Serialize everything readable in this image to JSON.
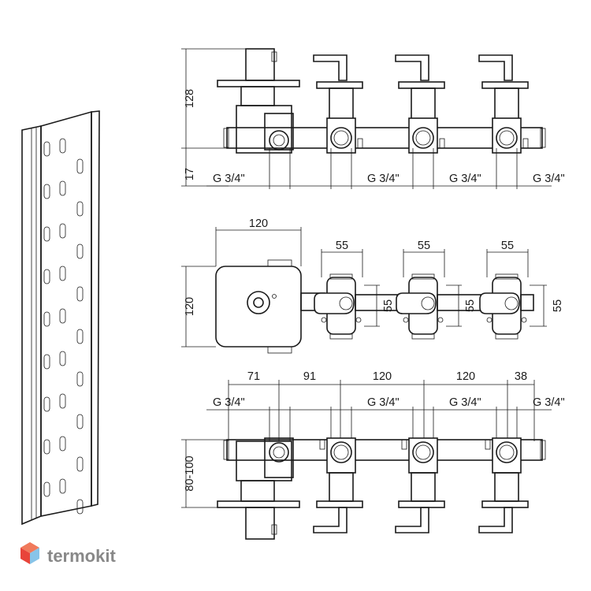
{
  "labels": {
    "top_height": "128",
    "top_offset": "17",
    "top_thread_1": "G 3/4\"",
    "top_thread_2": "G 3/4\"",
    "top_thread_3": "G 3/4\"",
    "top_thread_4": "G 3/4\"",
    "mid_width": "120",
    "mid_height": "120",
    "mid_spacing_1": "55",
    "mid_spacing_2": "55",
    "mid_spacing_3": "55",
    "mid_side_1": "55",
    "mid_side_2": "55",
    "mid_side_3": "55",
    "bot_dim_1": "71",
    "bot_dim_2": "91",
    "bot_dim_3": "120",
    "bot_dim_4": "120",
    "bot_dim_5": "38",
    "bot_thread_1": "G 3/4\"",
    "bot_thread_2": "G 3/4\"",
    "bot_thread_3": "G 3/4\"",
    "bot_thread_4": "G 3/4\"",
    "bot_depth": "80-100"
  },
  "brand": {
    "name": "termokit",
    "logo_colors": [
      "#e8443a",
      "#f07a5c",
      "#3aa0d8",
      "#88c4e8"
    ]
  }
}
